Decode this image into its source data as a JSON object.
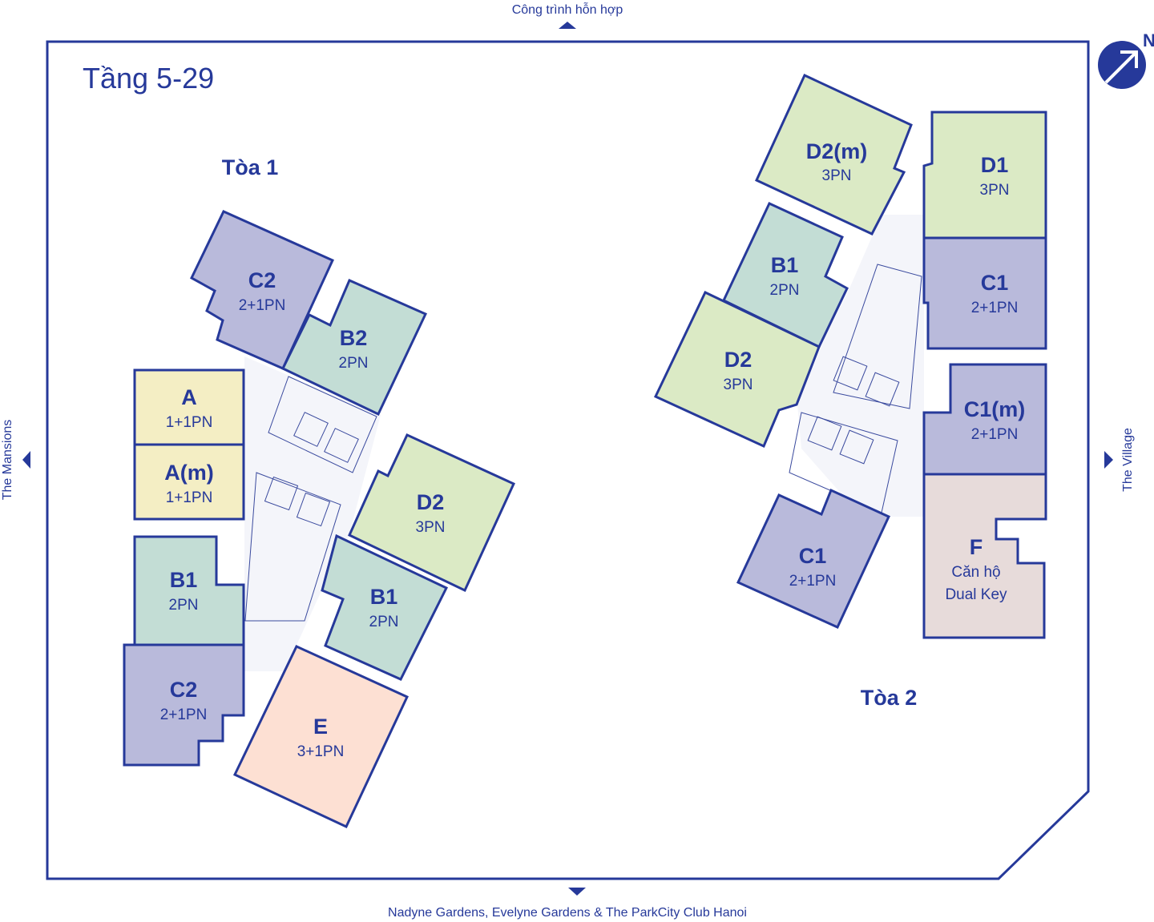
{
  "floor_title": "Tầng 5-29",
  "north_label": "N",
  "surroundings": {
    "top": "Công trình hỗn hợp",
    "bottom": "Nadyne Gardens, Evelyne Gardens & The ParkCity Club Hanoi",
    "left": "The Mansions",
    "right": "The Village"
  },
  "colors": {
    "outline": "#26399a",
    "c_unit": "#b9badb",
    "b_unit": "#c3ddd5",
    "d_unit": "#dbeac5",
    "a_unit": "#f4eec4",
    "e_unit": "#fde0d3",
    "f_unit": "#e7dbda"
  },
  "tower1": {
    "name": "Tòa 1",
    "units": [
      {
        "code": "C2",
        "type": "2+1PN"
      },
      {
        "code": "B2",
        "type": "2PN"
      },
      {
        "code": "A",
        "type": "1+1PN"
      },
      {
        "code": "A(m)",
        "type": "1+1PN"
      },
      {
        "code": "D2",
        "type": "3PN"
      },
      {
        "code": "B1",
        "type": "2PN"
      },
      {
        "code": "B1",
        "type": "2PN"
      },
      {
        "code": "C2",
        "type": "2+1PN"
      },
      {
        "code": "E",
        "type": "3+1PN"
      }
    ]
  },
  "tower2": {
    "name": "Tòa 2",
    "units": [
      {
        "code": "D2(m)",
        "type": "3PN"
      },
      {
        "code": "D1",
        "type": "3PN"
      },
      {
        "code": "B1",
        "type": "2PN"
      },
      {
        "code": "C1",
        "type": "2+1PN"
      },
      {
        "code": "D2",
        "type": "3PN"
      },
      {
        "code": "C1(m)",
        "type": "2+1PN"
      },
      {
        "code": "C1",
        "type": "2+1PN"
      },
      {
        "code": "F",
        "type": "Căn hộ",
        "type2": "Dual Key"
      }
    ]
  }
}
